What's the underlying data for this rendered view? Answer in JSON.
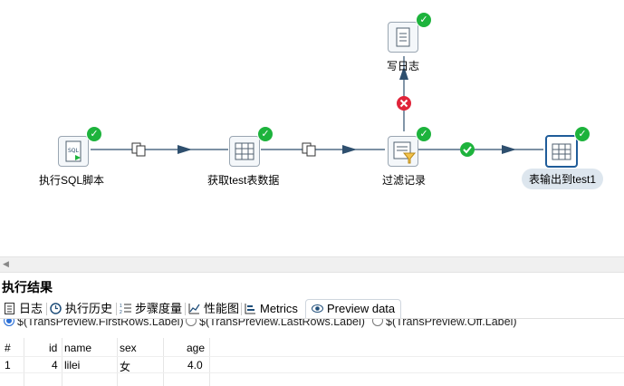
{
  "steps": [
    {
      "name": "执行SQL脚本",
      "status": "ok",
      "selected": false,
      "icon": "sql-script-icon"
    },
    {
      "name": "获取test表数据",
      "status": "ok",
      "selected": false,
      "icon": "table-input-icon"
    },
    {
      "name": "过滤记录",
      "status": "ok",
      "selected": false,
      "icon": "filter-rows-icon"
    },
    {
      "name": "表输出到test1",
      "status": "ok",
      "selected": true,
      "icon": "table-output-icon"
    },
    {
      "name": "写日志",
      "status": "ok",
      "selected": false,
      "icon": "write-log-icon"
    }
  ],
  "hops": [
    {
      "from": "执行SQL脚本",
      "to": "获取test表数据",
      "type": "copy",
      "icon": "copy-rows-icon"
    },
    {
      "from": "获取test表数据",
      "to": "过滤记录",
      "type": "copy",
      "icon": "copy-rows-icon"
    },
    {
      "from": "过滤记录",
      "to": "表输出到test1",
      "type": "true",
      "icon": "check-icon"
    },
    {
      "from": "过滤记录",
      "to": "写日志",
      "type": "false",
      "icon": "error-x-icon"
    }
  ],
  "colors": {
    "ok": "#1db33c",
    "error": "#e0243a",
    "hop": "#2e4f6e",
    "selected_border": "#1f5c99"
  },
  "panel": {
    "title": "执行结果",
    "tabs": [
      {
        "label": "日志",
        "icon": "log-icon"
      },
      {
        "label": "执行历史",
        "icon": "history-icon"
      },
      {
        "label": "步骤度量",
        "icon": "step-metrics-icon"
      },
      {
        "label": "性能图",
        "icon": "performance-graph-icon"
      },
      {
        "label": "Metrics",
        "icon": "metrics-icon"
      },
      {
        "label": "Preview data",
        "icon": "preview-eye-icon",
        "active": true
      }
    ],
    "radios": [
      {
        "label": "$(TransPreview.FirstRows.Label)",
        "checked": true
      },
      {
        "label": "$(TransPreview.LastRows.Label)",
        "checked": false
      },
      {
        "label": "$(TransPreview.Off.Label)",
        "checked": false
      }
    ],
    "table": {
      "columns": [
        "#",
        "id",
        "name",
        "sex",
        "age"
      ],
      "rows": [
        [
          "1",
          "4",
          "lilei",
          "女",
          "4.0"
        ]
      ]
    }
  }
}
